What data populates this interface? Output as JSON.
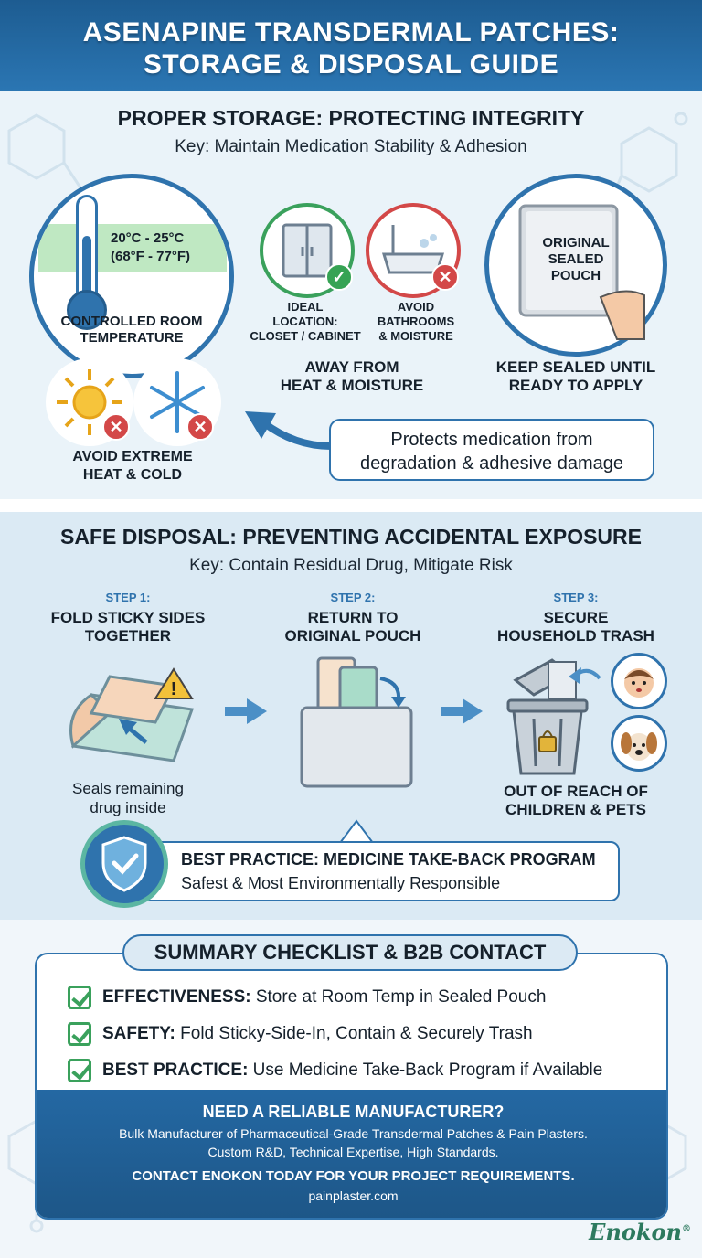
{
  "header": {
    "title_line1": "ASENAPINE TRANSDERMAL PATCHES:",
    "title_line2": "STORAGE & DISPOSAL GUIDE"
  },
  "storage": {
    "title": "PROPER STORAGE: PROTECTING INTEGRITY",
    "subtitle": "Key: Maintain Medication Stability & Adhesion",
    "temp_c": "20°C - 25°C",
    "temp_f": "(68°F - 77°F)",
    "temp_label_1": "CONTROLLED ROOM",
    "temp_label_2": "TEMPERATURE",
    "ideal_1": "IDEAL",
    "ideal_2": "LOCATION:",
    "ideal_3": "CLOSET / CABINET",
    "avoid_bath_1": "AVOID",
    "avoid_bath_2": "BATHROOMS",
    "avoid_bath_3": "& MOISTURE",
    "away_1": "AWAY FROM",
    "away_2": "HEAT & MOISTURE",
    "pouch_1": "ORIGINAL",
    "pouch_2": "SEALED",
    "pouch_3": "POUCH",
    "sealed_1": "KEEP SEALED UNTIL",
    "sealed_2": "READY TO APPLY",
    "extreme_1": "AVOID EXTREME",
    "extreme_2": "HEAT & COLD",
    "callout_1": "Protects medication from",
    "callout_2": "degradation & adhesive damage"
  },
  "disposal": {
    "title": "SAFE DISPOSAL: PREVENTING ACCIDENTAL EXPOSURE",
    "subtitle": "Key: Contain Residual Drug, Mitigate Risk",
    "steps": [
      {
        "label": "STEP 1:",
        "title_1": "FOLD STICKY SIDES",
        "title_2": "TOGETHER",
        "note_1": "Seals remaining",
        "note_2": "drug inside"
      },
      {
        "label": "STEP 2:",
        "title_1": "RETURN TO",
        "title_2": "ORIGINAL POUCH"
      },
      {
        "label": "STEP 3:",
        "title_1": "SECURE",
        "title_2": "HOUSEHOLD TRASH",
        "note_1": "OUT OF REACH OF",
        "note_2": "CHILDREN & PETS"
      }
    ],
    "best_practice_title": "BEST PRACTICE: MEDICINE TAKE-BACK PROGRAM",
    "best_practice_sub": "Safest & Most Environmentally Responsible"
  },
  "summary": {
    "title": "SUMMARY CHECKLIST & B2B CONTACT",
    "items": [
      {
        "bold": "EFFECTIVENESS:",
        "text": " Store at Room Temp in Sealed Pouch"
      },
      {
        "bold": "SAFETY:",
        "text": " Fold Sticky-Side-In, Contain & Securely Trash"
      },
      {
        "bold": "BEST PRACTICE:",
        "text": " Use Medicine Take-Back Program if Available"
      }
    ],
    "contact_1": "NEED A RELIABLE MANUFACTURER?",
    "contact_2": "Bulk Manufacturer of Pharmaceutical-Grade Transdermal Patches & Pain Plasters.",
    "contact_3": "Custom R&D, Technical Expertise, High Standards.",
    "contact_4": "CONTACT ENOKON TODAY FOR YOUR PROJECT REQUIREMENTS.",
    "contact_5": "painplaster.com"
  },
  "brand": {
    "name": "Enokon",
    "mark": "®"
  },
  "colors": {
    "primary_blue": "#2f73ad",
    "check_green": "#3aa15c",
    "alert_red": "#d34848"
  }
}
